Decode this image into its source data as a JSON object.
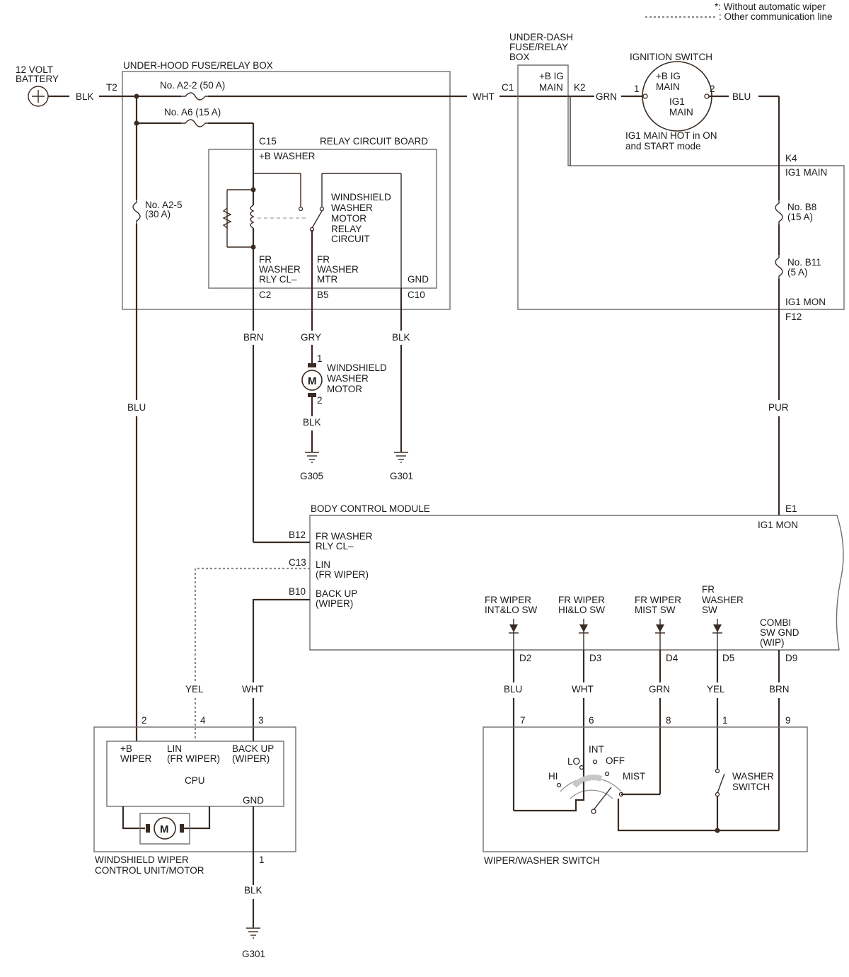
{
  "legend": {
    "star_note": "*: Without automatic wiper",
    "comm_note": ": Other communication line"
  },
  "battery": {
    "line1": "12 VOLT",
    "line2": "BATTERY",
    "wire": "BLK",
    "terminal": "T2"
  },
  "underhood": {
    "title": "UNDER-HOOD FUSE/RELAY BOX",
    "fuse_a22": "No. A2-2 (50 A)",
    "fuse_a6": "No. A6 (15 A)",
    "fuse_a25_1": "No. A2-5",
    "fuse_a25_2": "(30 A)",
    "relay_board": "RELAY CIRCUIT BOARD",
    "c15": "C15",
    "b_washer": "+B WASHER",
    "relay_name": [
      "WINDSHIELD",
      "WASHER",
      "MOTOR",
      "RELAY",
      "CIRCUIT"
    ],
    "fr_washer_rly": [
      "FR",
      "WASHER",
      "RLY CL–"
    ],
    "fr_washer_mtr": [
      "FR",
      "WASHER",
      "MTR"
    ],
    "gnd": "GND",
    "c2": "C2",
    "b5": "B5",
    "c10": "C10"
  },
  "underdash": {
    "title": [
      "UNDER-DASH",
      "FUSE/RELAY",
      "BOX"
    ],
    "wht": "WHT",
    "c1": "C1",
    "b_ig_main": [
      "+B IG",
      "MAIN"
    ],
    "k2": "K2",
    "grn": "GRN",
    "k4": "K4",
    "ig1_main": "IG1 MAIN",
    "fuse_b8": [
      "No. B8",
      "(15 A)"
    ],
    "fuse_b11": [
      "No. B11",
      "(5 A)"
    ],
    "ig1_mon": "IG1 MON",
    "f12": "F12",
    "pur": "PUR"
  },
  "ignition": {
    "title": "IGNITION SWITCH",
    "pin1": "1",
    "pin2": "2",
    "b_ig_main": [
      "+B IG",
      "MAIN"
    ],
    "ig1_main": [
      "IG1",
      "MAIN"
    ],
    "note": [
      "IG1 MAIN HOT in ON",
      "and START mode"
    ],
    "blu": "BLU"
  },
  "washer_motor": {
    "wire_top": "GRY",
    "pin1": "1",
    "pin2": "2",
    "name": [
      "WINDSHIELD",
      "WASHER",
      "MOTOR"
    ],
    "symbol": "M",
    "wire_bottom": "BLK",
    "ground": "G305"
  },
  "relay_gnd": {
    "wire": "BLK",
    "ground": "G301"
  },
  "wires_left": {
    "blu": "BLU",
    "brn": "BRN"
  },
  "bcm": {
    "title": "BODY CONTROL MODULE",
    "e1": "E1",
    "ig1_mon": "IG1 MON",
    "b12": "B12",
    "fr_washer_rly": [
      "FR WASHER",
      "RLY CL–"
    ],
    "c13": "C13",
    "lin": [
      "LIN",
      "(FR WIPER)"
    ],
    "b10": "B10",
    "backup": [
      "BACK UP",
      "(WIPER)"
    ],
    "sw_int_lo": [
      "FR WIPER",
      "INT&LO SW"
    ],
    "sw_hi_lo": [
      "FR WIPER",
      "HI&LO SW"
    ],
    "sw_mist": [
      "FR WIPER",
      "MIST SW"
    ],
    "sw_washer": [
      "FR",
      "WASHER",
      "SW"
    ],
    "combi_gnd": [
      "COMBI",
      "SW GND",
      "(WIP)"
    ],
    "d2": "D2",
    "d3": "D3",
    "d4": "D4",
    "d5": "D5",
    "d9": "D9"
  },
  "wiper_motor": {
    "yel": "YEL",
    "wht": "WHT",
    "pin2": "2",
    "pin4": "4",
    "pin3": "3",
    "pin1": "1",
    "b_wiper": [
      "+B",
      "WIPER"
    ],
    "lin": [
      "LIN",
      "(FR WIPER)"
    ],
    "backup": [
      "BACK UP",
      "(WIPER)"
    ],
    "cpu": "CPU",
    "gnd": "GND",
    "motor_symbol": "M",
    "name": [
      "WINDSHIELD WIPER",
      "CONTROL UNIT/MOTOR"
    ],
    "wire_gnd": "BLK",
    "ground": "G301"
  },
  "switch": {
    "title": "WIPER/WASHER SWITCH",
    "w_blu": "BLU",
    "w_wht": "WHT",
    "w_grn": "GRN",
    "w_yel": "YEL",
    "w_brn": "BRN",
    "p7": "7",
    "p6": "6",
    "p8": "8",
    "p1": "1",
    "p9": "9",
    "hi": "HI",
    "lo": "LO",
    "int": "INT",
    "off": "OFF",
    "mist": "MIST",
    "washer_switch": [
      "WASHER",
      "SWITCH"
    ]
  }
}
